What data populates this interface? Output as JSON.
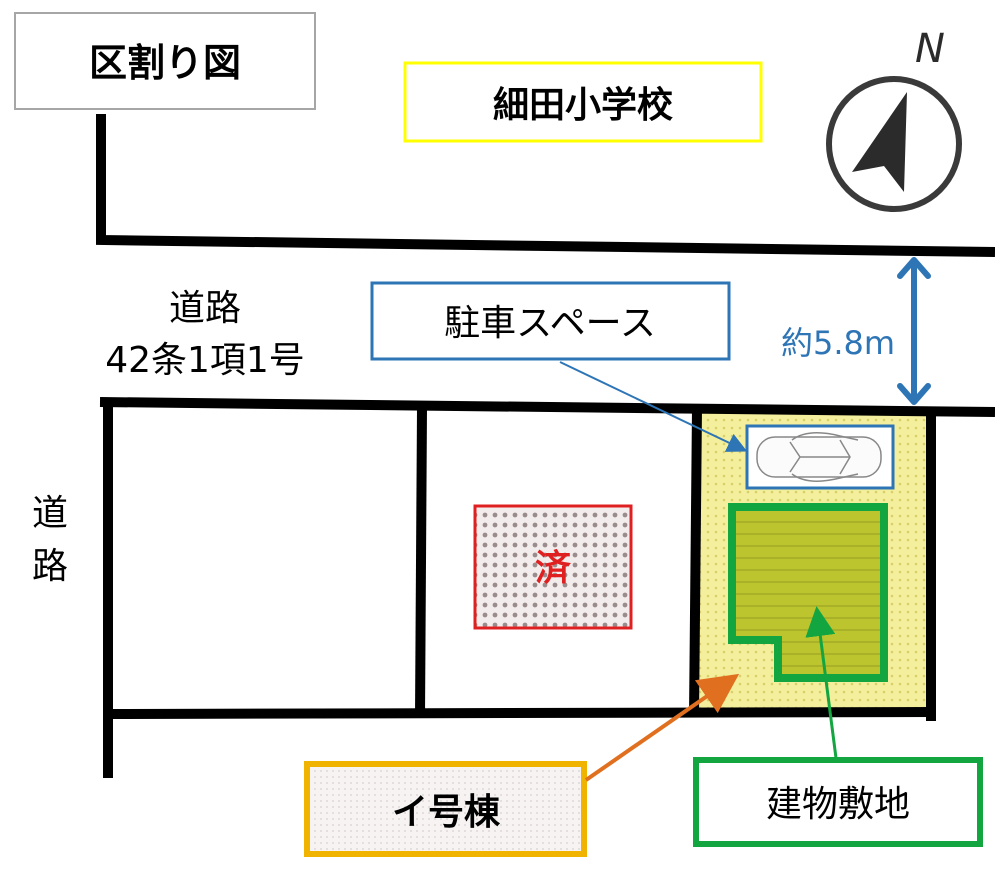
{
  "title": "区割り図",
  "school": "細田小学校",
  "north": "N",
  "road_top": {
    "line1": "道路",
    "line2": "42条1項1号"
  },
  "road_left": {
    "char1": "道",
    "char2": "路"
  },
  "parking": "駐車スペース",
  "width": "約5.8m",
  "sold": "済",
  "lot": "イ号棟",
  "building": "建物敷地",
  "colors": {
    "title_border": "#a6a6a6",
    "school_border": "#ffff00",
    "blue": "#2e75b6",
    "sold_red": "#e02020",
    "lot_orange": "#f0b400",
    "arrow_orange": "#e07020",
    "green": "#13a540",
    "lot_fill": "#f2ec9a",
    "building_fill": "#b9c22e"
  }
}
